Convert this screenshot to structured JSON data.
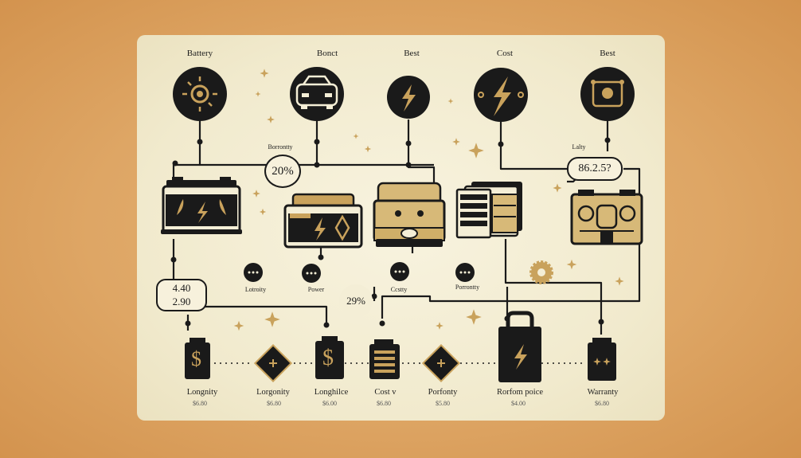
{
  "top_labels": [
    "Battery",
    "Bonct",
    "Best",
    "Cost",
    "Best"
  ],
  "top_icons": [
    "sun-icon",
    "car-icon",
    "lightning-icon",
    "lightning-icon",
    "engine-icon"
  ],
  "badges": {
    "left_pct_label": "Borrontty",
    "left_pct": "20%",
    "right_label": "Lalty",
    "right_value": "86.2.5?",
    "side_line1": "4.40",
    "side_line2": "2.90",
    "mid_pct": "29%"
  },
  "mid_labels": [
    "Lotroity",
    "Power",
    "Ccstty",
    "Porrontty"
  ],
  "bottom_items": [
    {
      "label": "Longnity",
      "price": "$6.80",
      "icon": "dollar-jar-icon"
    },
    {
      "label": "Lorgonity",
      "price": "$6.80",
      "icon": "plus-diamond-icon"
    },
    {
      "label": "Longhilce",
      "price": "$6.00",
      "icon": "dollar-jar-icon"
    },
    {
      "label": "Cost v",
      "price": "$6.80",
      "icon": "stack-jar-icon"
    },
    {
      "label": "Porfonty",
      "price": "$5.80",
      "icon": "plus-diamond-icon"
    },
    {
      "label": "Rorfom poice",
      "price": "$4.00",
      "icon": "lightning-bag-icon"
    },
    {
      "label": "Warranty",
      "price": "$6.80",
      "icon": "sparkle-jar-icon"
    }
  ],
  "colors": {
    "dark": "#1a1a1a",
    "gold": "#c9a25c",
    "panel": "#f4eed6",
    "background": "#dea665"
  }
}
